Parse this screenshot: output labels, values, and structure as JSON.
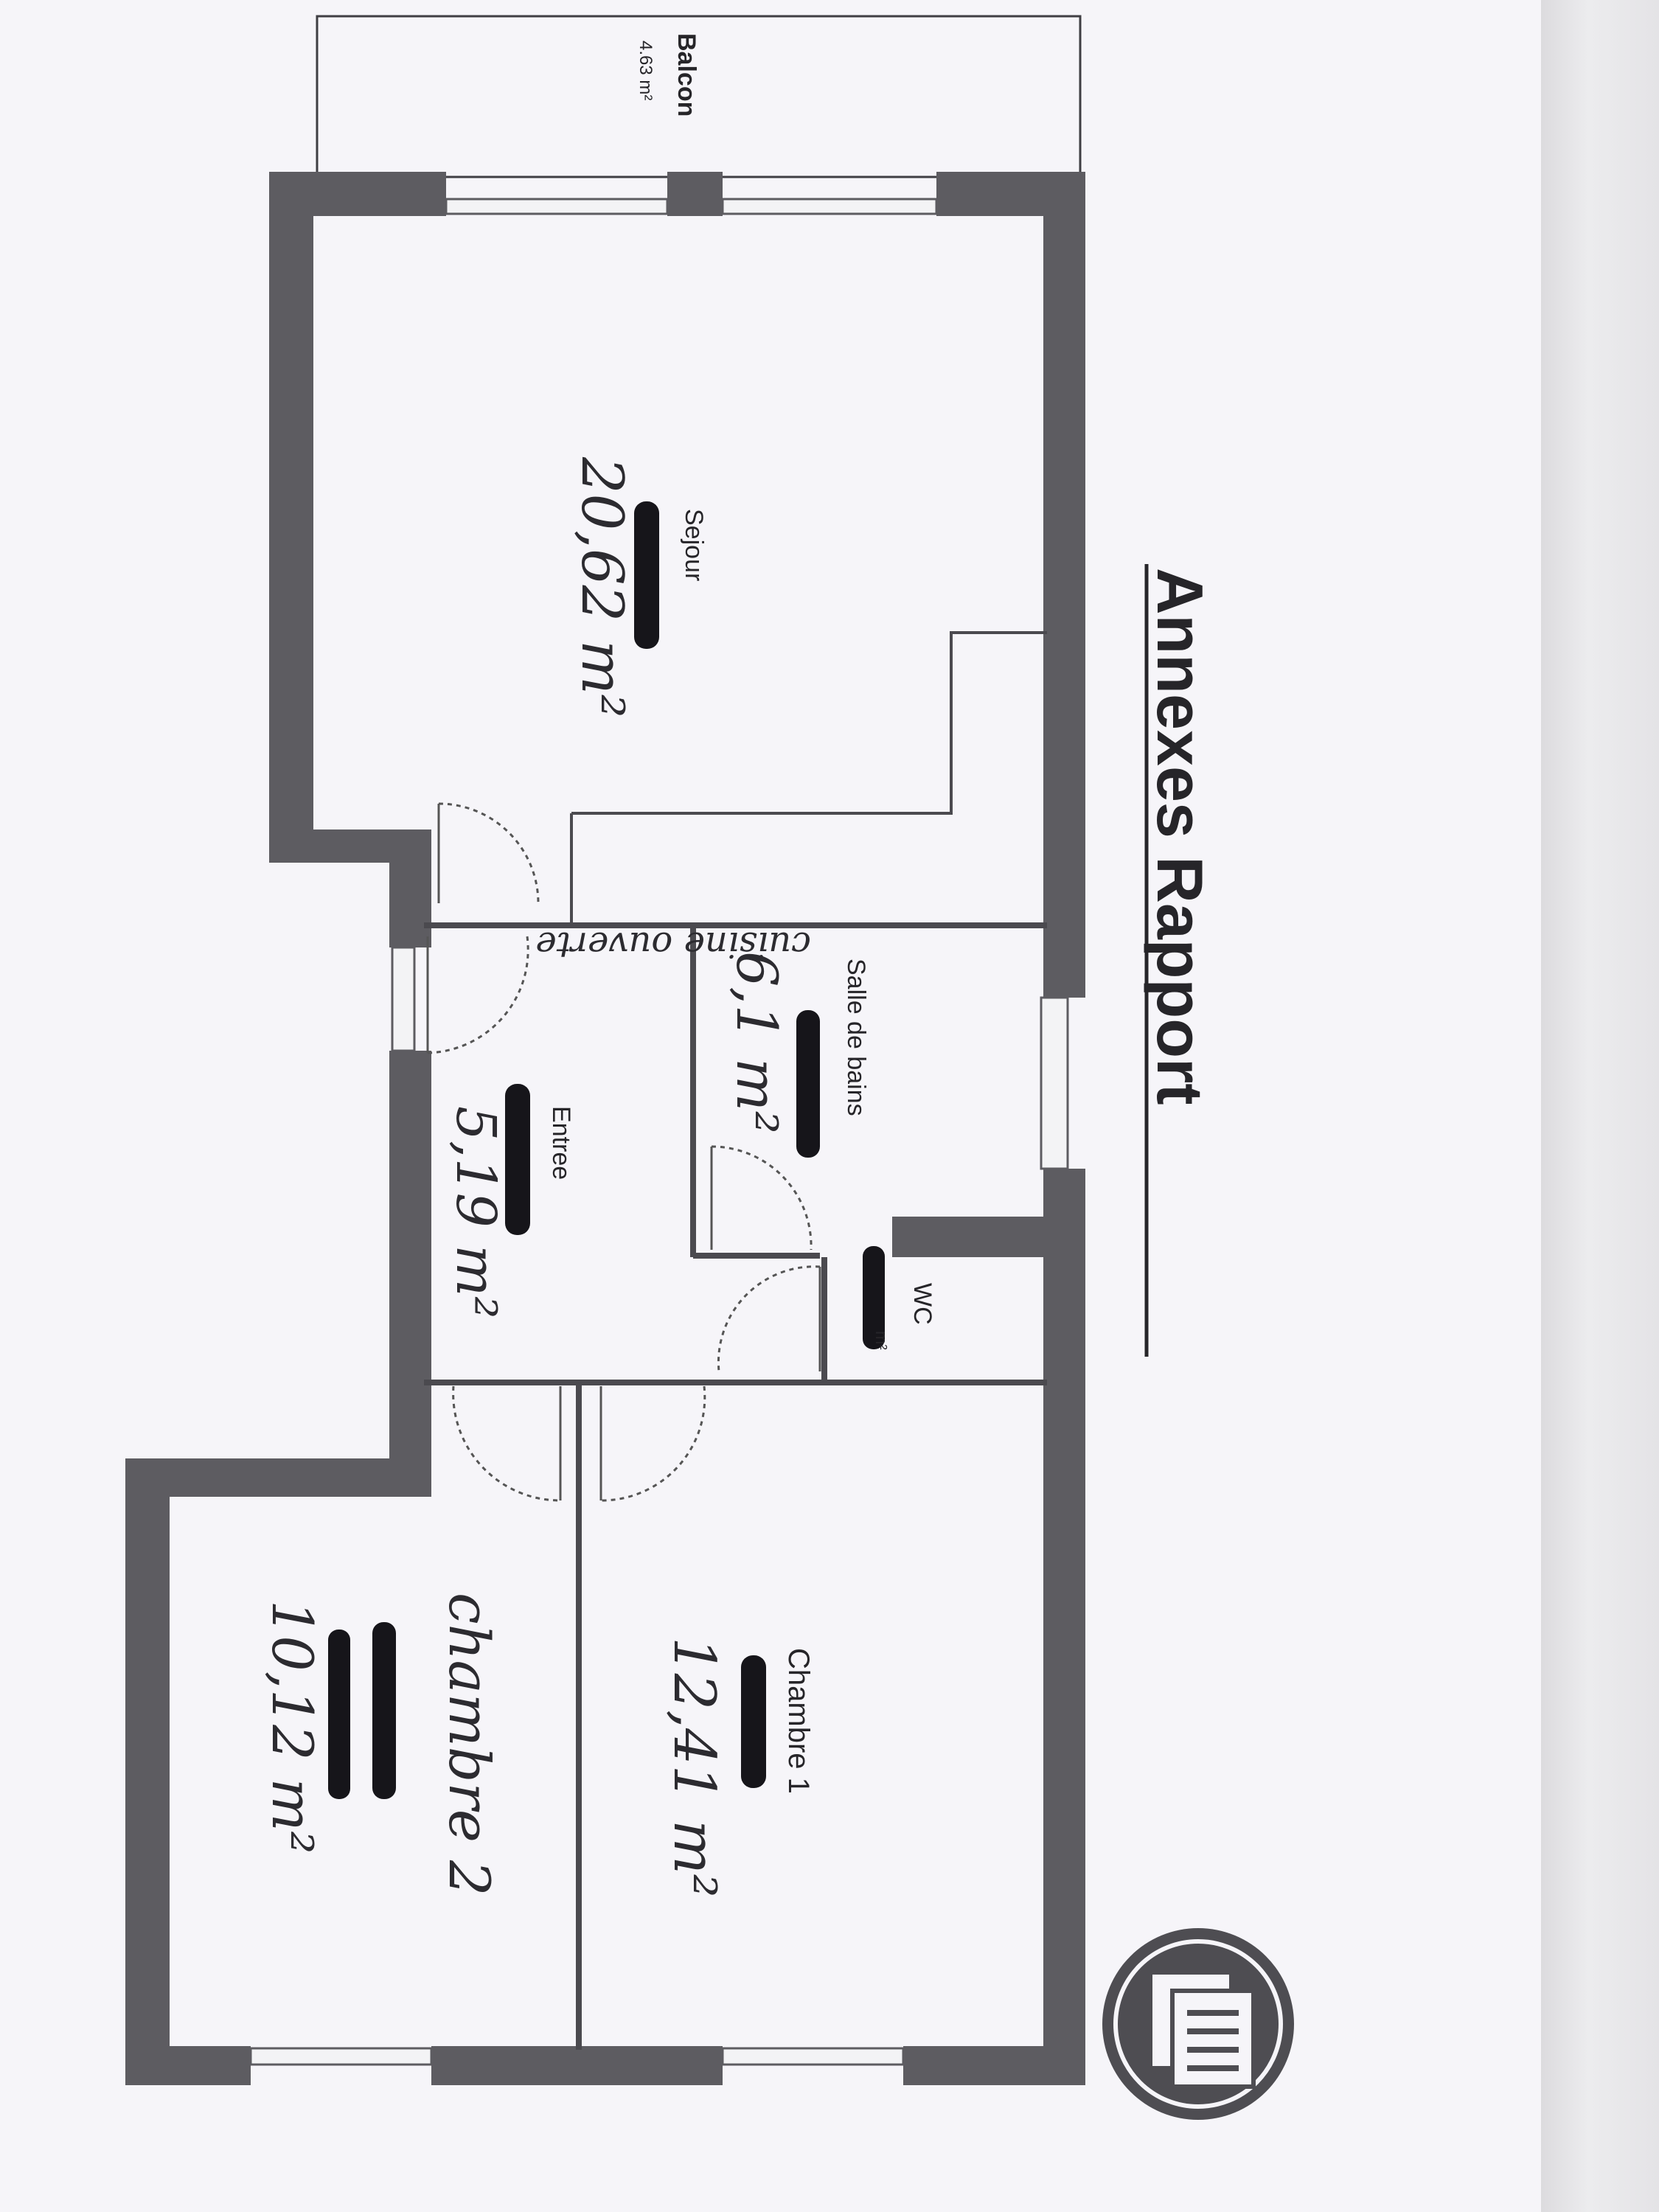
{
  "title": "Annexes Rapport",
  "rooms": {
    "balcon": {
      "label": "Balcon",
      "area": "4.63 m²"
    },
    "sejour": {
      "label": "Sejour",
      "area": "20,62 m²"
    },
    "cuisine": {
      "label": "cuisine ouverte"
    },
    "salle_de_bains": {
      "label": "Salle de bains",
      "area": "6,1 m²"
    },
    "entree": {
      "label": "Entree",
      "area": "5,19 m²"
    },
    "wc": {
      "label": "WC",
      "unit": "m²"
    },
    "chambre1": {
      "label": "Chambre 1",
      "area": "12,41 m²"
    },
    "chambre2": {
      "label": "chambre 2",
      "area": "10,12 m²"
    }
  },
  "icons": {
    "logo": "document-stack-icon"
  },
  "colors": {
    "wall": "#5d5c61",
    "paper": "#f6f5f9",
    "ink": "#262529",
    "redaction": "#16151a"
  }
}
